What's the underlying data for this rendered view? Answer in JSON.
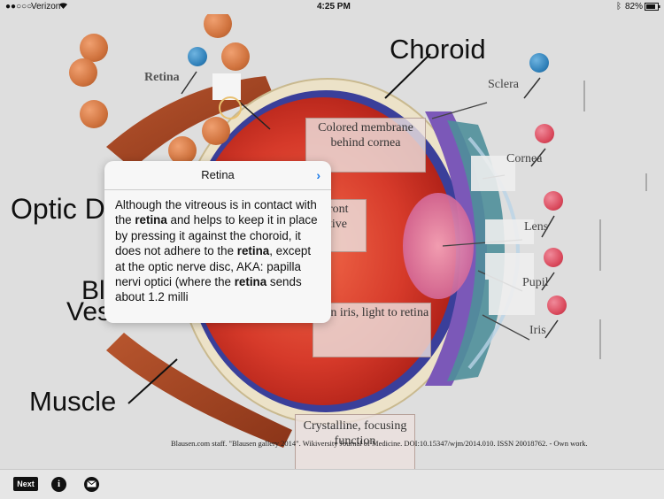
{
  "status_bar": {
    "carrier": "Verizon",
    "time": "4:25 PM",
    "battery": "82%"
  },
  "diagram": {
    "big_labels": [
      "Choroid",
      "Optic D",
      "Bl",
      "Vessels",
      "Muscle"
    ],
    "pin_labels": [
      "Retina",
      "Sclera",
      "Cornea",
      "Lens",
      "Pupil",
      "Iris"
    ],
    "cards": [
      "Colored membrane behind cornea",
      "ront tive",
      "le in iris, light to retina",
      "Crystalline, focusing function"
    ],
    "credit": "Blausen.com staff. \"Blausen gallery 2014\". Wikiversity Journal of Medicine. DOI:10.15347/wjm/2014.010. ISSN 20018762. - Own work."
  },
  "popover": {
    "title": "Retina",
    "body_parts": [
      {
        "text": "Although the vitreous is in contact with the ",
        "bold": false
      },
      {
        "text": "retina",
        "bold": true
      },
      {
        "text": " and helps to keep it in place by pressing it against the choroid, it does not adhere to the ",
        "bold": false
      },
      {
        "text": "retina",
        "bold": true
      },
      {
        "text": ", except at the optic nerve disc, AKA: papilla nervi optici (where the ",
        "bold": false
      },
      {
        "text": "retina",
        "bold": true
      },
      {
        "text": " sends about 1.2 milli",
        "bold": false
      }
    ]
  },
  "toolbar": {
    "next_label": "Next",
    "info_label": "i"
  },
  "colors": {
    "pin_blue": "#2e7fb8",
    "pin_red": "#d9475a",
    "eye_red": "#d63a2a",
    "ios_blue": "#1a7ae8"
  }
}
